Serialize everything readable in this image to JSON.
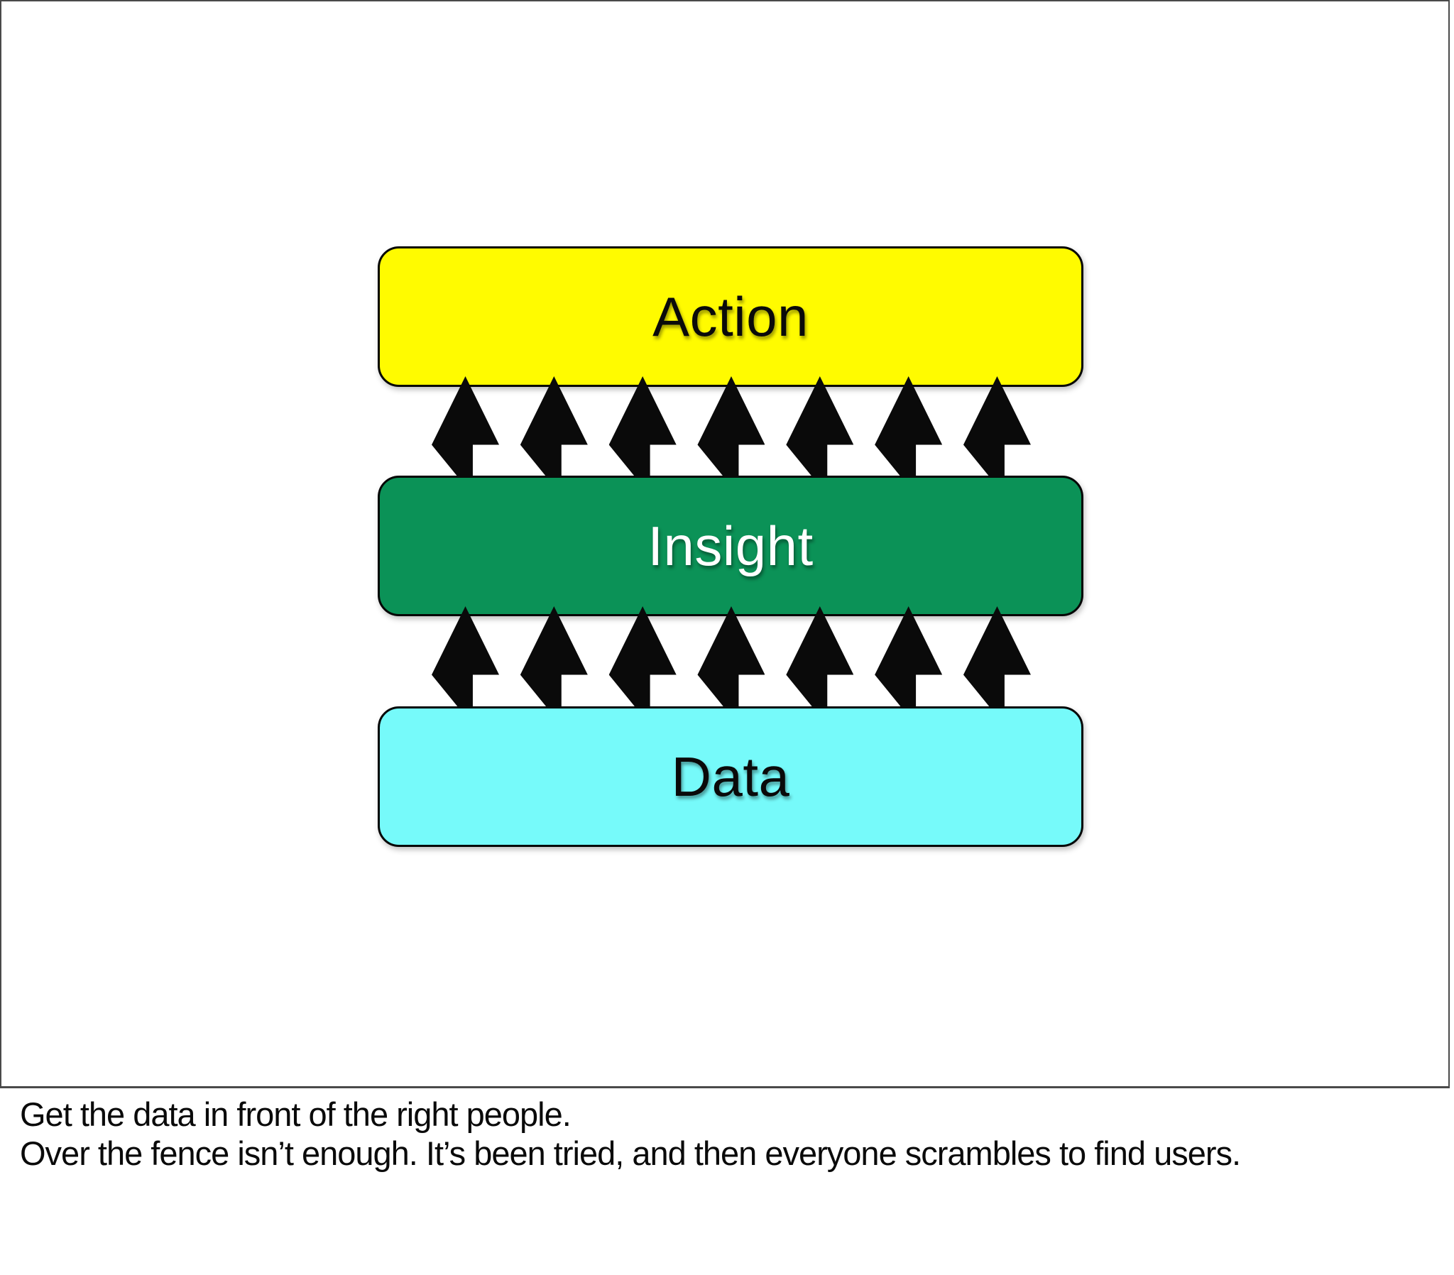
{
  "slide": {
    "boxes": [
      {
        "id": "action",
        "label": "Action",
        "fill": "#FFFB00",
        "text_color": "#0a0a0a"
      },
      {
        "id": "insight",
        "label": "Insight",
        "fill": "#0B9257",
        "text_color": "#ffffff"
      },
      {
        "id": "data",
        "label": "Data",
        "fill": "#76FAFA",
        "text_color": "#0a0a0a"
      }
    ],
    "arrow_rows": [
      {
        "id": "insight-to-action",
        "count": 7
      },
      {
        "id": "data-to-insight",
        "count": 7
      }
    ],
    "arrow_color": "#0a0a0a",
    "border_color": "#4a4a4a"
  },
  "notes": {
    "lines": [
      "Get the data in front of the right people.",
      "Over the fence isn’t enough.  It’s been tried, and then everyone scrambles to find users."
    ]
  }
}
